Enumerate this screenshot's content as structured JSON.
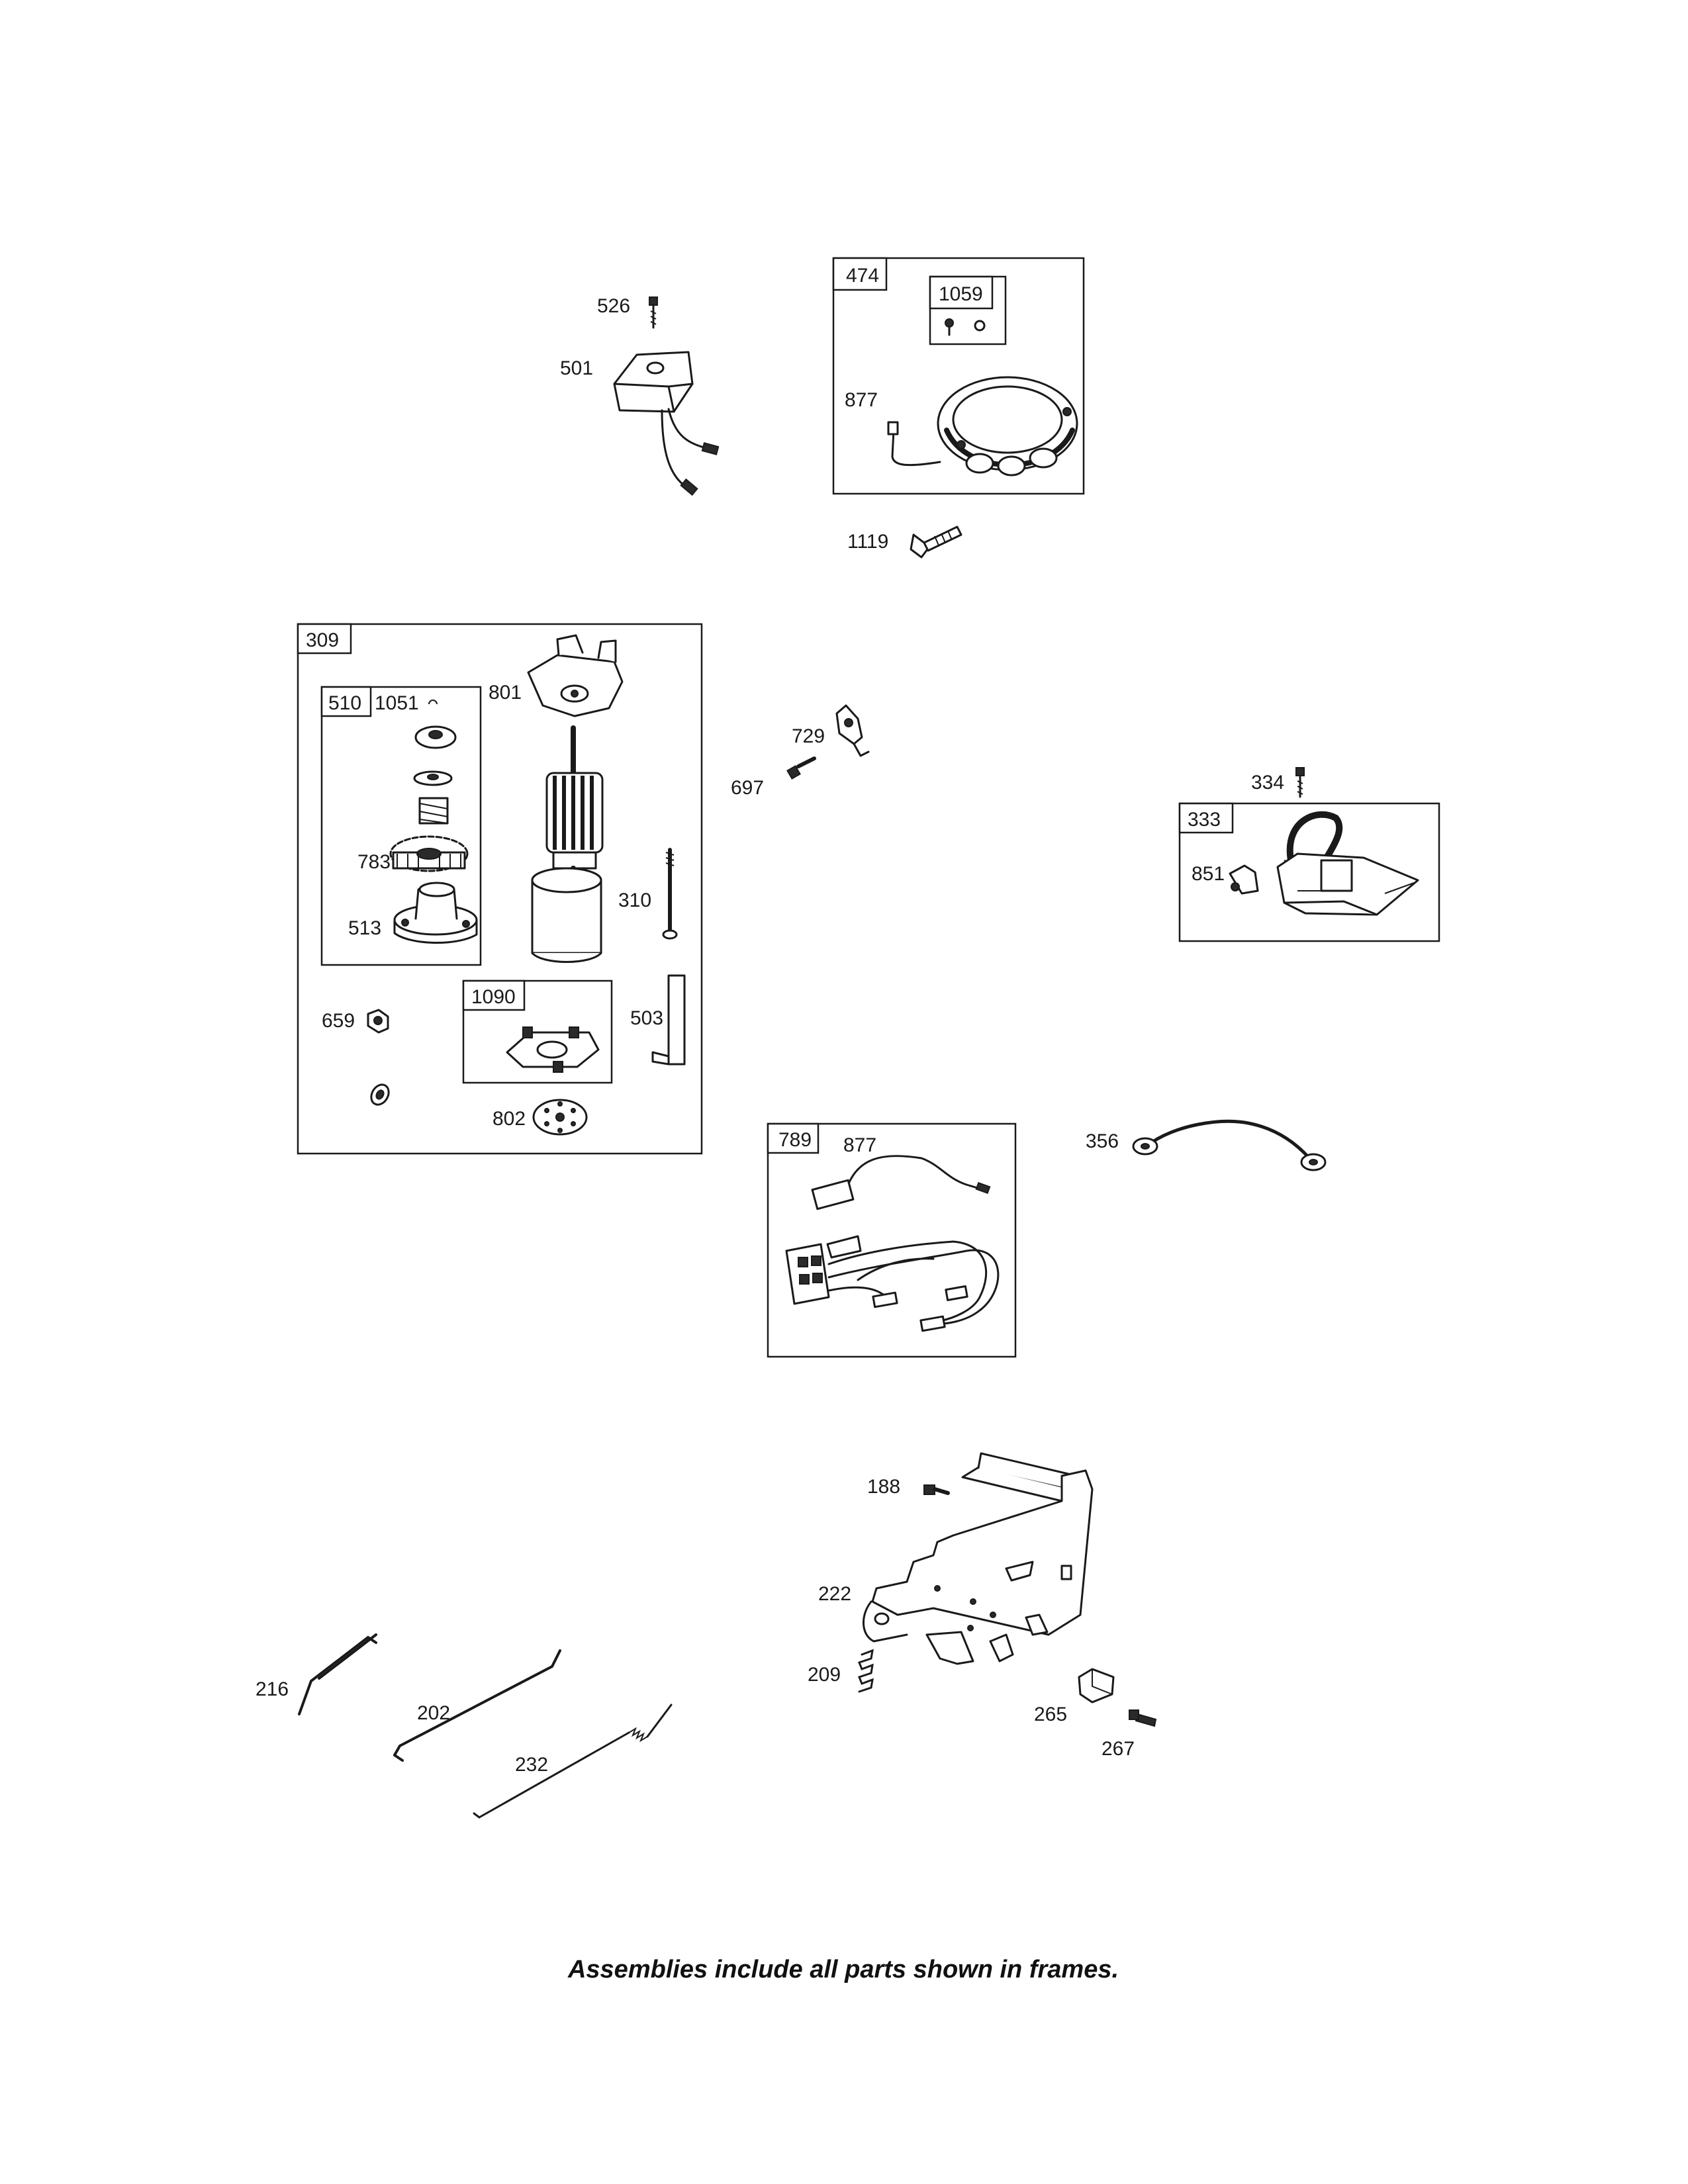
{
  "labels": {
    "p526": "526",
    "p501": "501",
    "p474": "474",
    "p1059": "1059",
    "p877a": "877",
    "p1119": "1119",
    "p309": "309",
    "p510": "510",
    "p1051": "1051",
    "p801": "801",
    "p783": "783",
    "p513": "513",
    "p310": "310",
    "p659": "659",
    "p1090": "1090",
    "p503": "503",
    "p802": "802",
    "p729": "729",
    "p697": "697",
    "p334": "334",
    "p333": "333",
    "p851": "851",
    "p789": "789",
    "p877b": "877",
    "p356": "356",
    "p188": "188",
    "p222": "222",
    "p209": "209",
    "p265": "265",
    "p267": "267",
    "p216": "216",
    "p202": "202",
    "p232": "232"
  },
  "footer_note": "Assemblies include all parts shown in frames."
}
